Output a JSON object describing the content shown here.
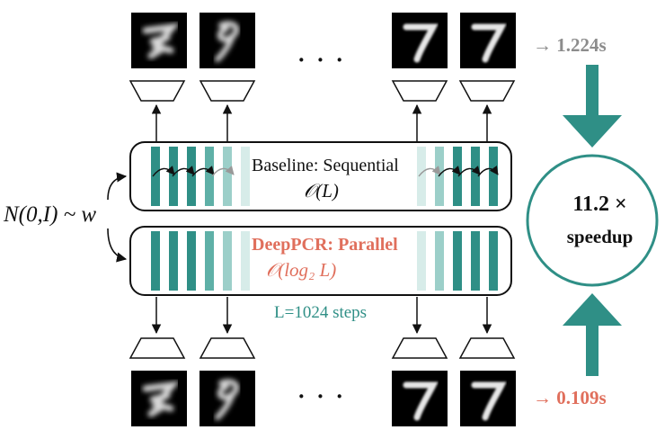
{
  "top_row": {
    "time": "→ 1.224s",
    "dots": "· · ·"
  },
  "bottom_row": {
    "time": "→ 0.109s",
    "dots": "· · ·"
  },
  "baseline": {
    "title": "Baseline: Sequential",
    "complexity": "𝒪(L)"
  },
  "deeppcr": {
    "title": "DeepPCR: Parallel",
    "complexity": "𝒪(log₂ L)"
  },
  "steps_label": "L=1024 steps",
  "noise_label": "N(0,I) ~ w",
  "speedup": {
    "factor": "11.2 ×",
    "word": "speedup"
  },
  "colors": {
    "teal": "#2f8f86",
    "teal_light": "#9ccfc9",
    "coral": "#e06f5c",
    "gray": "#8c8c8c"
  },
  "icons": [
    "digit-7-image",
    "digit-9-image",
    "digit-7-image",
    "decoder-trapezoid-icon",
    "curved-arrow-icon"
  ]
}
